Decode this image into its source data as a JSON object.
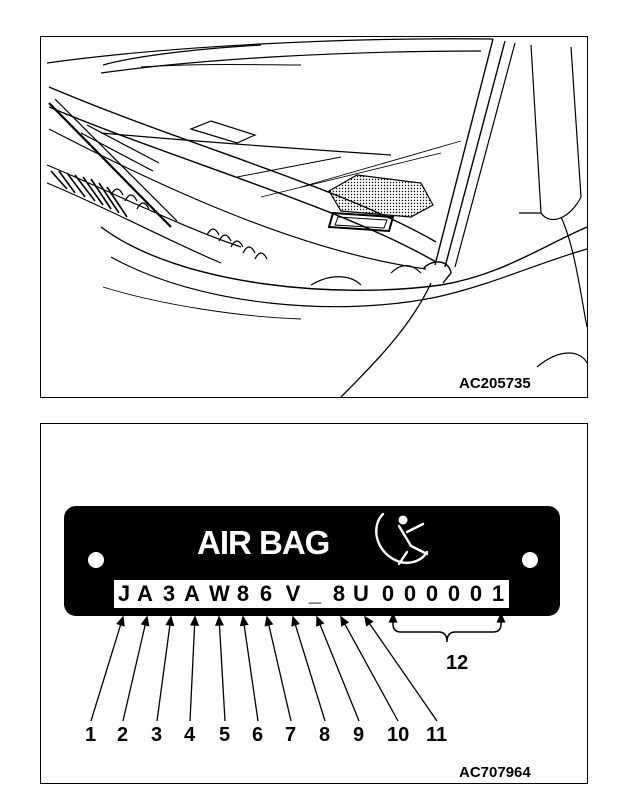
{
  "figures": [
    {
      "code": "AC205735"
    },
    {
      "code": "AC707964"
    }
  ],
  "plate": {
    "title": "AIR BAG",
    "vin_chars": [
      "J",
      "A",
      "3",
      "A",
      "W",
      "8",
      "6",
      "V",
      "_",
      "8",
      "U",
      "0",
      "0",
      "0",
      "0",
      "0",
      "1"
    ]
  },
  "callouts": [
    "1",
    "2",
    "3",
    "4",
    "5",
    "6",
    "7",
    "8",
    "9",
    "10",
    "11",
    "12"
  ]
}
